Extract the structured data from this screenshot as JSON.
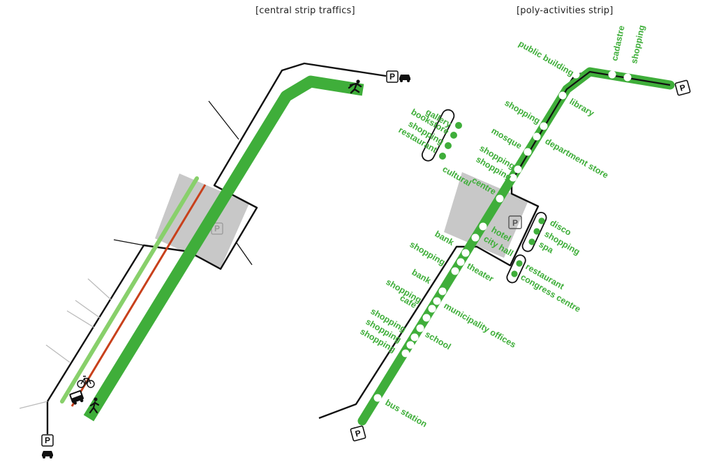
{
  "titles": {
    "left": "[central strip traffics]",
    "right": "[poly-activities strip]"
  },
  "parking_letter": "P",
  "colors": {
    "green": "#3fae3a",
    "light_green": "#88d06b",
    "red": "#c8401b",
    "gray_block": "#c8c8c8",
    "line": "#111111"
  },
  "icons": [
    "car-icon",
    "pedestrian-icon",
    "bicycle-icon",
    "bus-icon",
    "parking-sign-icon"
  ],
  "right_labels": {
    "public_building": "public building",
    "cadastre": "cadastre",
    "shopping_top": "shopping",
    "library": "library",
    "gallery": "gallery",
    "bookstore": "bookstore",
    "shopping_cluster": "shopping",
    "restaurant_cluster": "restaurant",
    "shopping_a": "shopping",
    "mosque": "mosque",
    "department_store": "department store",
    "shopping_b": "shopping",
    "shopping_c": "shopping",
    "cultural_centre": "cultural",
    "centre": "centre",
    "hotel": "hotel",
    "city_hall": "city hall",
    "bank_a": "bank",
    "disco": "disco",
    "shopping_d": "shopping",
    "spa": "spa",
    "shopping_e": "shopping",
    "theater": "theater",
    "restaurant_b": "restaurant",
    "congress_centre": "congress centre",
    "bank_b": "bank",
    "shopping_f": "shopping",
    "cafe": "cafe",
    "municipality_offices": "municipality offices",
    "shopping_g": "shopping",
    "shopping_h": "shopping",
    "shopping_i": "shopping",
    "school": "school",
    "bus_station": "bus station"
  }
}
